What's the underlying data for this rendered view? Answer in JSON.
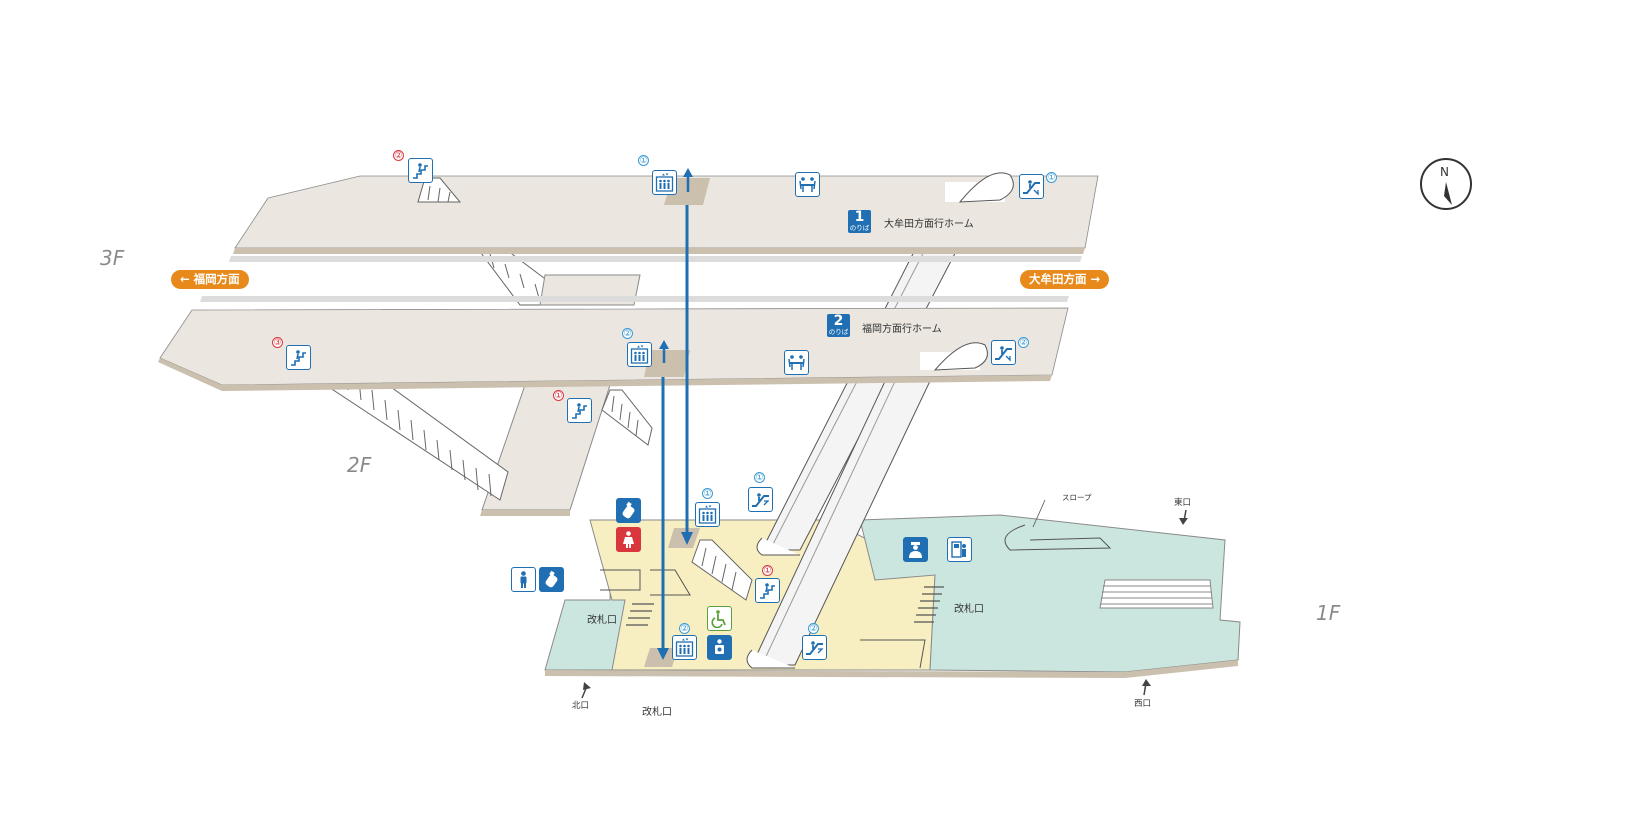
{
  "floors": {
    "f3": "3F",
    "f2": "2F",
    "f1": "1F"
  },
  "directions": {
    "left": "← 福岡方面",
    "right": "大牟田方面 →"
  },
  "platforms": {
    "p1": {
      "number": "1",
      "sub": "のりば",
      "label": "大牟田方面行ホーム"
    },
    "p2": {
      "number": "2",
      "sub": "のりば",
      "label": "福岡方面行ホーム"
    }
  },
  "labels": {
    "ticket_gate": "改札口",
    "north_exit": "北口",
    "west_exit": "西口",
    "east_exit": "東口",
    "slope": "スロープ"
  },
  "markers": {
    "one": "①",
    "two": "②",
    "three": "③"
  },
  "compass": "N",
  "colors": {
    "platform": "#ebe7e0",
    "platform_edge": "#cbbfae",
    "concourse_yellow": "#f7efc2",
    "concourse_green": "#cbe6df",
    "icon_blue": "#1f6fb2",
    "elevator_line": "#1f6fb2",
    "accent_orange": "#e8891b",
    "marker_red": "#d9363e",
    "marker_blue": "#3a9ad6",
    "accessible_green": "#5aa13c"
  },
  "icons": [
    "elevator-icon",
    "stairs-icon",
    "escalator-icon",
    "waiting-room-icon",
    "restroom-male-icon",
    "restroom-female-icon",
    "baby-care-icon",
    "accessible-toilet-icon",
    "multipurpose-toilet-icon",
    "station-office-icon",
    "ticket-machine-icon",
    "compass-icon"
  ]
}
